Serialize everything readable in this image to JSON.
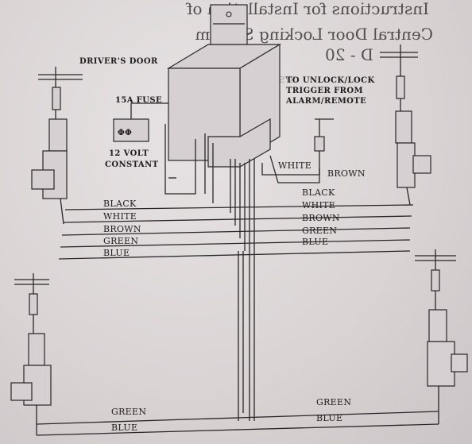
{
  "header": {
    "line1": "Instructions for Installation of",
    "line2": "Central Door Locking System",
    "line3": "D - 20",
    "bleed": "SYSTEM TYPE"
  },
  "labels": {
    "drivers_door": "DRIVER'S DOOR",
    "fuse": "15A FUSE",
    "power_l1": "12 VOLT",
    "power_l2": "CONSTANT",
    "trigger_l1": "TO UNLOCK/LOCK",
    "trigger_l2": "TRIGGER FROM",
    "trigger_l3": "ALARM/REMOTE",
    "trigger_white": "WHITE",
    "trigger_brown": "BROWN",
    "fuse_glyph": "ΦΦ"
  },
  "wires_left": [
    "BLACK",
    "WHITE",
    "BROWN",
    "GREEN",
    "BLUE"
  ],
  "wires_right": [
    "BLACK",
    "WHITE",
    "BROWN",
    "GREEN",
    "BLUE"
  ],
  "wires_bottom_left": [
    "GREEN",
    "BLUE"
  ],
  "wires_bottom_right": [
    "GREEN",
    "BLUE"
  ],
  "colors": {
    "ink": "#2a2628",
    "paper": "#ddd7d8"
  }
}
